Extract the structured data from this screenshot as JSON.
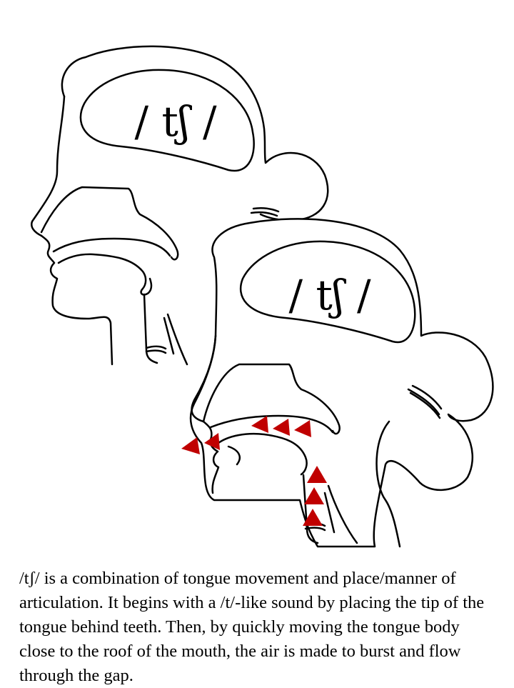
{
  "diagram": {
    "head_top_label": "/ tʃ /",
    "head_bottom_label": "/ tʃ /",
    "airflow_arrow_color": "#c00000",
    "outline_color": "#000000"
  },
  "caption": {
    "text": "/tʃ/ is a combination of tongue movement and place/manner of articulation. It begins with a /t/-like sound by placing the tip of the tongue behind teeth. Then, by quickly moving the tongue body close to the roof of the mouth, the air is made to burst and flow through the gap."
  }
}
